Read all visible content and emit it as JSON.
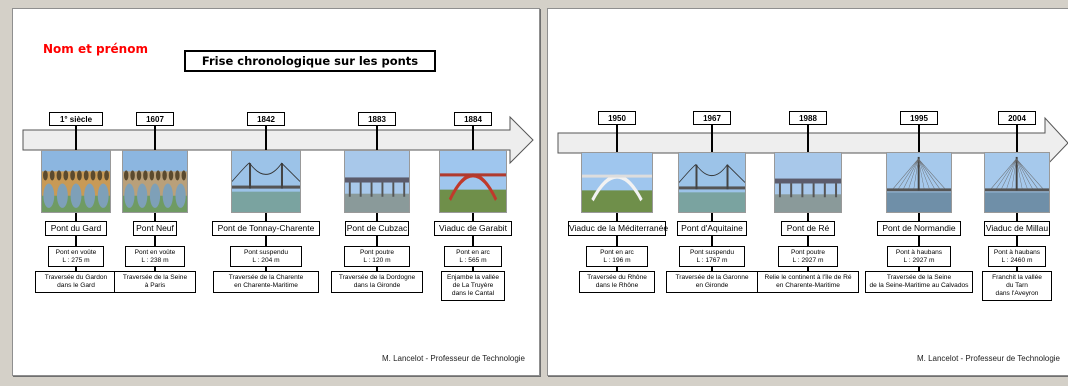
{
  "page_left": {
    "name_label": "Nom et prénom",
    "title": "Frise chronologique sur les ponts",
    "footer": "M. Lancelot - Professeur de Technologie",
    "entries": [
      {
        "year": "1° siècle",
        "name": "Pont du Gard",
        "type": "Pont en voûte",
        "length": "L : 275 m",
        "desc": [
          "Traversée du Gardon",
          "dans le Gard"
        ]
      },
      {
        "year": "1607",
        "name": "Pont Neuf",
        "type": "Pont en voûte",
        "length": "L : 238 m",
        "desc": [
          "Traversée de la Seine",
          "à Paris"
        ]
      },
      {
        "year": "1842",
        "name": "Pont de Tonnay-Charente",
        "type": "Pont suspendu",
        "length": "L : 204 m",
        "desc": [
          "Traversée de la Charente",
          "en Charente-Maritime"
        ]
      },
      {
        "year": "1883",
        "name": "Pont de Cubzac",
        "type": "Pont poutre",
        "length": "L : 120 m",
        "desc": [
          "Traversée de la Dordogne",
          "dans la Gironde"
        ]
      },
      {
        "year": "1884",
        "name": "Viaduc de Garabit",
        "type": "Pont en arc",
        "length": "L : 565 m",
        "desc": [
          "Enjambe la vallée",
          "de La Truyère",
          "dans le Cantal"
        ]
      }
    ]
  },
  "page_right": {
    "footer": "M. Lancelot - Professeur de Technologie",
    "entries": [
      {
        "year": "1950",
        "name": "Viaduc de la Méditerranée",
        "type": "Pont en arc",
        "length": "L : 196 m",
        "desc": [
          "Traversée du Rhône",
          "dans le Rhône"
        ]
      },
      {
        "year": "1967",
        "name": "Pont d'Aquitaine",
        "type": "Pont suspendu",
        "length": "L : 1767 m",
        "desc": [
          "Traversée de la Garonne",
          "en Gironde"
        ]
      },
      {
        "year": "1988",
        "name": "Pont de Ré",
        "type": "Pont poutre",
        "length": "L : 2927 m",
        "desc": [
          "Relie le continent à l'île de Ré",
          "en Charente-Maritime"
        ]
      },
      {
        "year": "1995",
        "name": "Pont de Normandie",
        "type": "Pont à haubans",
        "length": "L : 2927 m",
        "desc": [
          "Traversée de la Seine",
          "de la Seine-Maritime au Calvados"
        ]
      },
      {
        "year": "2004",
        "name": "Viaduc de Millau",
        "type": "Pont à haubans",
        "length": "L : 2460 m",
        "desc": [
          "Franchit la vallée",
          "du Tarn",
          "dans l'Aveyron"
        ]
      }
    ]
  },
  "colors": {
    "name_label": "#ff0000",
    "arrow_fill": "#eeeeee",
    "app_background": "#d4d0c8"
  }
}
